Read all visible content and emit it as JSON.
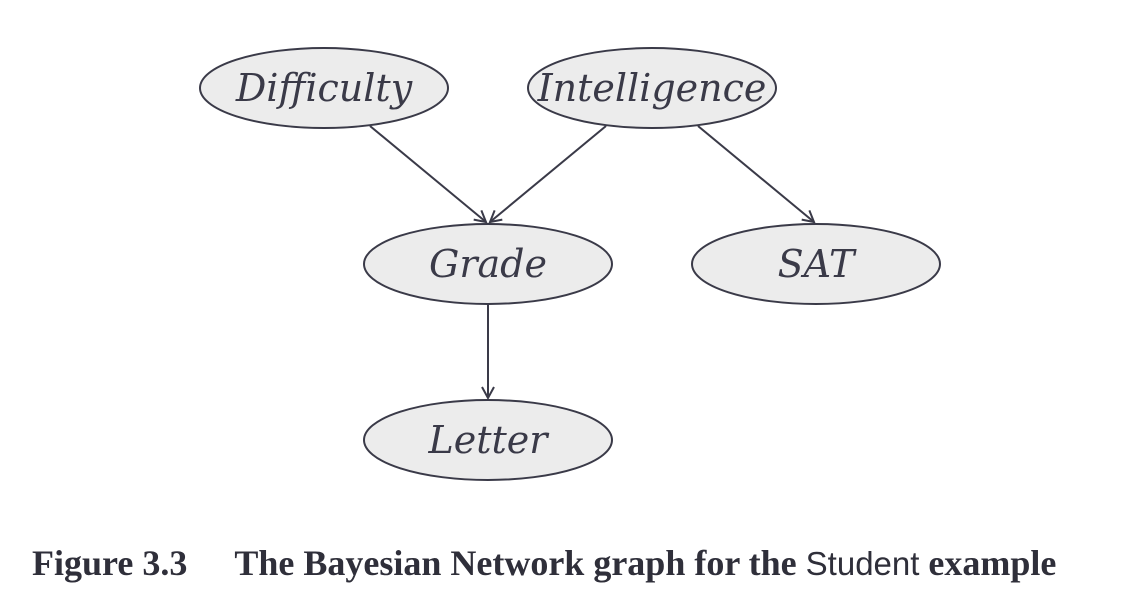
{
  "diagram": {
    "nodes": [
      {
        "id": "difficulty",
        "label": "Difficulty"
      },
      {
        "id": "intelligence",
        "label": "Intelligence"
      },
      {
        "id": "grade",
        "label": "Grade"
      },
      {
        "id": "sat",
        "label": "SAT"
      },
      {
        "id": "letter",
        "label": "Letter"
      }
    ],
    "edges": [
      {
        "from": "difficulty",
        "to": "grade"
      },
      {
        "from": "intelligence",
        "to": "grade"
      },
      {
        "from": "intelligence",
        "to": "sat"
      },
      {
        "from": "grade",
        "to": "letter"
      }
    ]
  },
  "caption": {
    "figure_number": "Figure 3.3",
    "text_bold": "The Bayesian Network graph for the",
    "text_plain": "Student",
    "text_bold_end": "example"
  }
}
